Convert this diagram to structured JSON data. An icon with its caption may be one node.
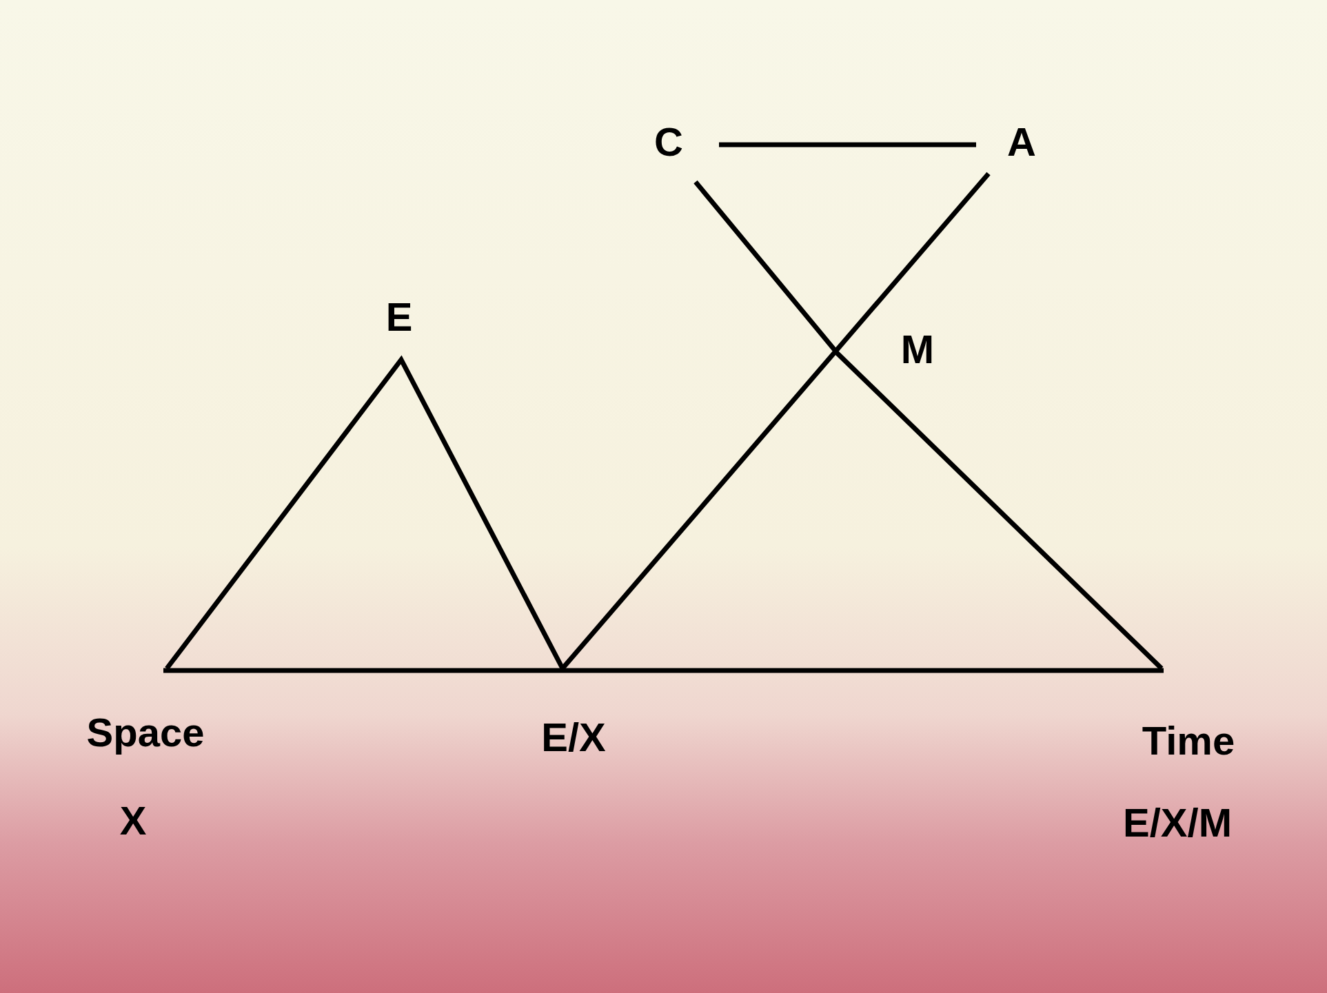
{
  "diagram": {
    "labels": [
      "C",
      "A",
      "E",
      "M",
      "Space",
      "E/X",
      "Time",
      "X",
      "E/X/M"
    ]
  }
}
